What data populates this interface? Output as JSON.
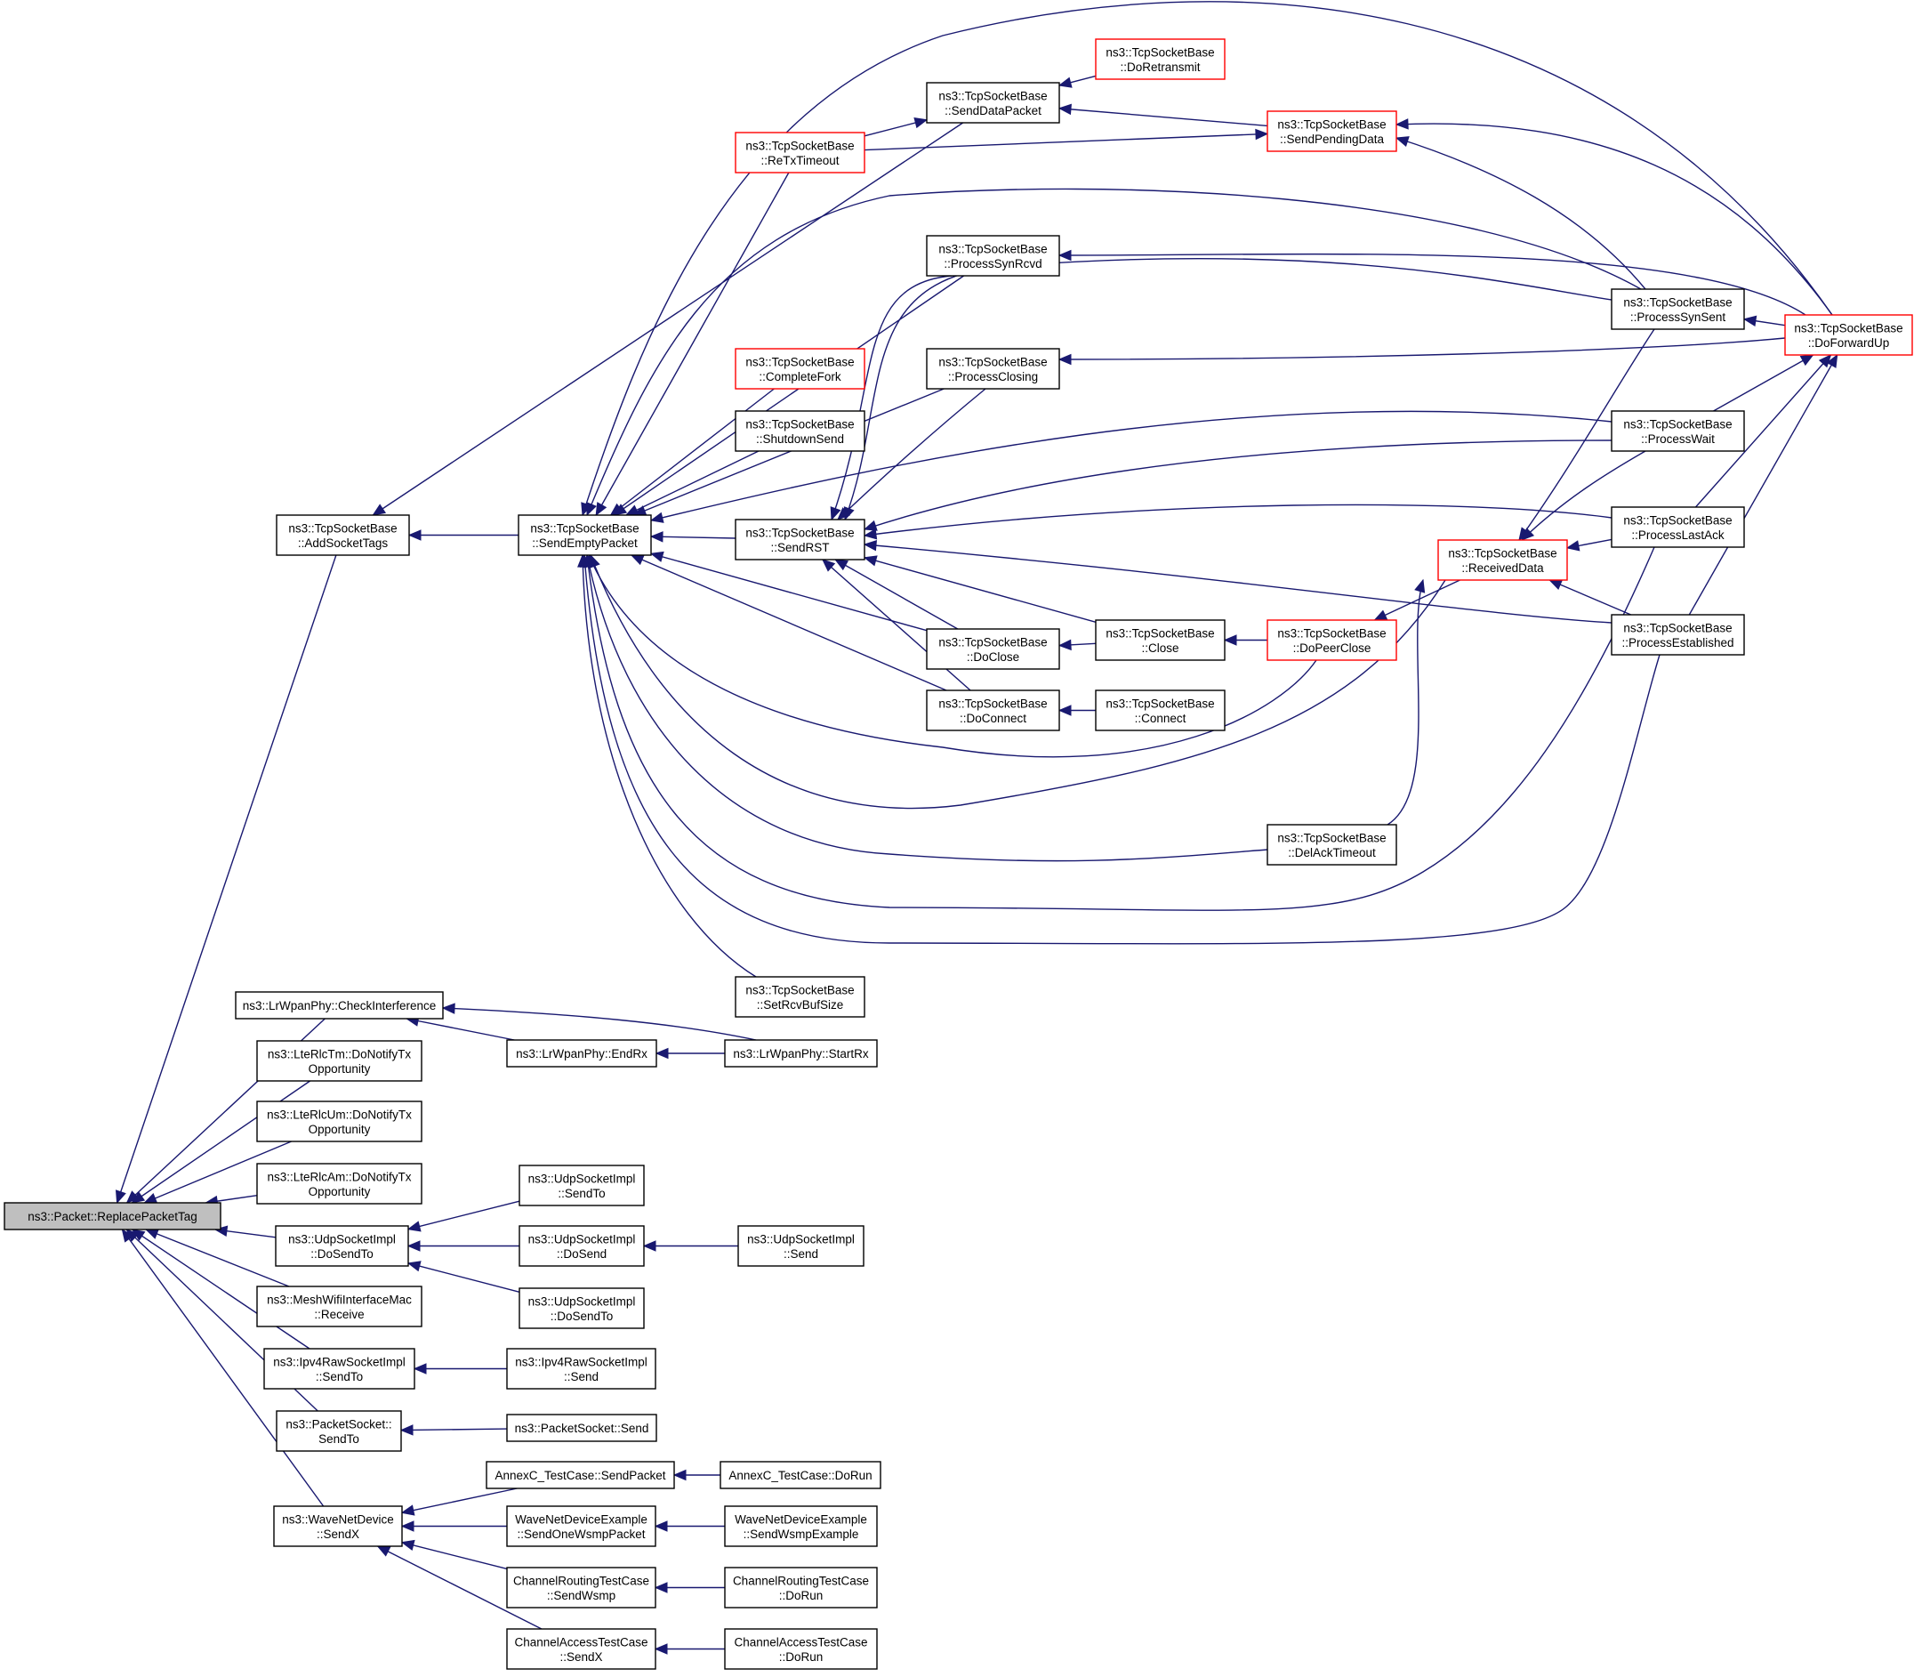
{
  "colors": {
    "edge": "#191970",
    "node_border": "#000000",
    "node_border_truncated": "#ff0000",
    "node_highlight_fill": "#bfbfbf"
  },
  "nodes": [
    {
      "id": "replace",
      "lines": [
        "ns3::Packet::ReplacePacketTag"
      ],
      "style": "highlight"
    },
    {
      "id": "addsockettags",
      "lines": [
        "ns3::TcpSocketBase",
        "::AddSocketTags"
      ]
    },
    {
      "id": "sendemptypacket",
      "lines": [
        "ns3::TcpSocketBase",
        "::SendEmptyPacket"
      ]
    },
    {
      "id": "senddatapacket",
      "lines": [
        "ns3::TcpSocketBase",
        "::SendDataPacket"
      ]
    },
    {
      "id": "doretransmit",
      "lines": [
        "ns3::TcpSocketBase",
        "::DoRetransmit"
      ],
      "style": "truncated"
    },
    {
      "id": "sendpendingdata",
      "lines": [
        "ns3::TcpSocketBase",
        "::SendPendingData"
      ],
      "style": "truncated"
    },
    {
      "id": "retxtimeout",
      "lines": [
        "ns3::TcpSocketBase",
        "::ReTxTimeout"
      ],
      "style": "truncated"
    },
    {
      "id": "processsynrcvd",
      "lines": [
        "ns3::TcpSocketBase",
        "::ProcessSynRcvd"
      ]
    },
    {
      "id": "processsynsent",
      "lines": [
        "ns3::TcpSocketBase",
        "::ProcessSynSent"
      ]
    },
    {
      "id": "doforwardup",
      "lines": [
        "ns3::TcpSocketBase",
        "::DoForwardUp"
      ],
      "style": "truncated"
    },
    {
      "id": "completefork",
      "lines": [
        "ns3::TcpSocketBase",
        "::CompleteFork"
      ],
      "style": "truncated"
    },
    {
      "id": "processclosing",
      "lines": [
        "ns3::TcpSocketBase",
        "::ProcessClosing"
      ]
    },
    {
      "id": "shutdownsend",
      "lines": [
        "ns3::TcpSocketBase",
        "::ShutdownSend"
      ]
    },
    {
      "id": "processwait",
      "lines": [
        "ns3::TcpSocketBase",
        "::ProcessWait"
      ]
    },
    {
      "id": "sendrst",
      "lines": [
        "ns3::TcpSocketBase",
        "::SendRST"
      ]
    },
    {
      "id": "processlastack",
      "lines": [
        "ns3::TcpSocketBase",
        "::ProcessLastAck"
      ]
    },
    {
      "id": "receiveddata",
      "lines": [
        "ns3::TcpSocketBase",
        "::ReceivedData"
      ],
      "style": "truncated"
    },
    {
      "id": "processestablished",
      "lines": [
        "ns3::TcpSocketBase",
        "::ProcessEstablished"
      ]
    },
    {
      "id": "close",
      "lines": [
        "ns3::TcpSocketBase",
        "::Close"
      ]
    },
    {
      "id": "doclose",
      "lines": [
        "ns3::TcpSocketBase",
        "::DoClose"
      ]
    },
    {
      "id": "dopeerclose",
      "lines": [
        "ns3::TcpSocketBase",
        "::DoPeerClose"
      ],
      "style": "truncated"
    },
    {
      "id": "doconnect",
      "lines": [
        "ns3::TcpSocketBase",
        "::DoConnect"
      ]
    },
    {
      "id": "connect",
      "lines": [
        "ns3::TcpSocketBase",
        "::Connect"
      ]
    },
    {
      "id": "delacktimeout",
      "lines": [
        "ns3::TcpSocketBase",
        "::DelAckTimeout"
      ]
    },
    {
      "id": "setrcvbufsize",
      "lines": [
        "ns3::TcpSocketBase",
        "::SetRcvBufSize"
      ]
    },
    {
      "id": "checkinterference",
      "lines": [
        "ns3::LrWpanPhy::CheckInterference"
      ]
    },
    {
      "id": "endrx",
      "lines": [
        "ns3::LrWpanPhy::EndRx"
      ]
    },
    {
      "id": "startrx",
      "lines": [
        "ns3::LrWpanPhy::StartRx"
      ]
    },
    {
      "id": "tm",
      "lines": [
        "ns3::LteRlcTm::DoNotifyTx",
        "Opportunity"
      ]
    },
    {
      "id": "um",
      "lines": [
        "ns3::LteRlcUm::DoNotifyTx",
        "Opportunity"
      ]
    },
    {
      "id": "am",
      "lines": [
        "ns3::LteRlcAm::DoNotifyTx",
        "Opportunity"
      ]
    },
    {
      "id": "udpdosendto",
      "lines": [
        "ns3::UdpSocketImpl",
        "::DoSendTo"
      ]
    },
    {
      "id": "udpsendto",
      "lines": [
        "ns3::UdpSocketImpl",
        "::SendTo"
      ]
    },
    {
      "id": "udpdosend",
      "lines": [
        "ns3::UdpSocketImpl",
        "::DoSend"
      ]
    },
    {
      "id": "udpsend",
      "lines": [
        "ns3::UdpSocketImpl",
        "::Send"
      ]
    },
    {
      "id": "udpdosendto2",
      "lines": [
        "ns3::UdpSocketImpl",
        "::DoSendTo"
      ]
    },
    {
      "id": "meshreceive",
      "lines": [
        "ns3::MeshWifiInterfaceMac",
        "::Receive"
      ]
    },
    {
      "id": "ipv4sendto",
      "lines": [
        "ns3::Ipv4RawSocketImpl",
        "::SendTo"
      ]
    },
    {
      "id": "ipv4send",
      "lines": [
        "ns3::Ipv4RawSocketImpl",
        "::Send"
      ]
    },
    {
      "id": "psendto",
      "lines": [
        "ns3::PacketSocket::",
        "SendTo"
      ]
    },
    {
      "id": "psend",
      "lines": [
        "ns3::PacketSocket::Send"
      ]
    },
    {
      "id": "wavesendx",
      "lines": [
        "ns3::WaveNetDevice",
        "::SendX"
      ]
    },
    {
      "id": "annexsend",
      "lines": [
        "AnnexC_TestCase::SendPacket"
      ]
    },
    {
      "id": "annexrun",
      "lines": [
        "AnnexC_TestCase::DoRun"
      ]
    },
    {
      "id": "wavesendone",
      "lines": [
        "WaveNetDeviceExample",
        "::SendOneWsmpPacket"
      ]
    },
    {
      "id": "wavesendex",
      "lines": [
        "WaveNetDeviceExample",
        "::SendWsmpExample"
      ]
    },
    {
      "id": "chrsend",
      "lines": [
        "ChannelRoutingTestCase",
        "::SendWsmp"
      ]
    },
    {
      "id": "chrrun",
      "lines": [
        "ChannelRoutingTestCase",
        "::DoRun"
      ]
    },
    {
      "id": "chasend",
      "lines": [
        "ChannelAccessTestCase",
        "::SendX"
      ]
    },
    {
      "id": "charun",
      "lines": [
        "ChannelAccessTestCase",
        "::DoRun"
      ]
    }
  ],
  "edges": [
    {
      "from": "addsockettags",
      "to": "replace"
    },
    {
      "from": "checkinterference",
      "to": "replace"
    },
    {
      "from": "tm",
      "to": "replace"
    },
    {
      "from": "um",
      "to": "replace"
    },
    {
      "from": "am",
      "to": "replace"
    },
    {
      "from": "udpdosendto",
      "to": "replace"
    },
    {
      "from": "meshreceive",
      "to": "replace"
    },
    {
      "from": "ipv4sendto",
      "to": "replace"
    },
    {
      "from": "psendto",
      "to": "replace"
    },
    {
      "from": "wavesendx",
      "to": "replace"
    },
    {
      "from": "sendemptypacket",
      "to": "addsockettags"
    },
    {
      "from": "senddatapacket",
      "to": "addsockettags"
    },
    {
      "from": "doretransmit",
      "to": "senddatapacket"
    },
    {
      "from": "sendpendingdata",
      "to": "senddatapacket"
    },
    {
      "from": "retxtimeout",
      "to": "senddatapacket"
    },
    {
      "from": "retxtimeout",
      "to": "sendpendingdata"
    },
    {
      "from": "processsynsent",
      "to": "sendpendingdata"
    },
    {
      "from": "doforwardup",
      "to": "sendpendingdata"
    },
    {
      "from": "doforwardup",
      "to": "processsynrcvd"
    },
    {
      "from": "doforwardup",
      "to": "processsynsent"
    },
    {
      "from": "doforwardup",
      "to": "processclosing"
    },
    {
      "from": "processwait",
      "to": "doforwardup"
    },
    {
      "from": "processlastack",
      "to": "doforwardup"
    },
    {
      "from": "processestablished",
      "to": "doforwardup"
    },
    {
      "from": "doforwardup",
      "to": "sendemptypacket"
    },
    {
      "from": "retxtimeout",
      "to": "sendemptypacket"
    },
    {
      "from": "processsynrcvd",
      "to": "sendemptypacket"
    },
    {
      "from": "processsynsent",
      "to": "sendemptypacket"
    },
    {
      "from": "processclosing",
      "to": "sendemptypacket"
    },
    {
      "from": "completefork",
      "to": "sendemptypacket"
    },
    {
      "from": "shutdownsend",
      "to": "sendemptypacket"
    },
    {
      "from": "processwait",
      "to": "sendemptypacket"
    },
    {
      "from": "sendrst",
      "to": "sendemptypacket"
    },
    {
      "from": "doclose",
      "to": "sendemptypacket"
    },
    {
      "from": "doconnect",
      "to": "sendemptypacket"
    },
    {
      "from": "dopeerclose",
      "to": "sendemptypacket"
    },
    {
      "from": "receiveddata",
      "to": "sendemptypacket"
    },
    {
      "from": "delacktimeout",
      "to": "sendemptypacket"
    },
    {
      "from": "processlastack",
      "to": "sendemptypacket"
    },
    {
      "from": "processestablished",
      "to": "sendemptypacket"
    },
    {
      "from": "setrcvbufsize",
      "to": "sendemptypacket"
    },
    {
      "from": "processsynrcvd",
      "to": "sendrst"
    },
    {
      "from": "processsynsent",
      "to": "sendrst"
    },
    {
      "from": "processclosing",
      "to": "sendrst"
    },
    {
      "from": "processwait",
      "to": "sendrst"
    },
    {
      "from": "processlastack",
      "to": "sendrst"
    },
    {
      "from": "processestablished",
      "to": "sendrst"
    },
    {
      "from": "close",
      "to": "sendrst"
    },
    {
      "from": "doclose",
      "to": "sendrst"
    },
    {
      "from": "doconnect",
      "to": "sendrst"
    },
    {
      "from": "receiveddata",
      "to": "processsynsent"
    },
    {
      "from": "receiveddata",
      "to": "processwait"
    },
    {
      "from": "processlastack",
      "to": "receiveddata"
    },
    {
      "from": "processestablished",
      "to": "receiveddata"
    },
    {
      "from": "receiveddata",
      "to": "dopeerclose"
    },
    {
      "from": "dopeerclose",
      "to": "close"
    },
    {
      "from": "close",
      "to": "doclose"
    },
    {
      "from": "connect",
      "to": "doconnect"
    },
    {
      "from": "delacktimeout",
      "to": "receiveddata"
    },
    {
      "from": "endrx",
      "to": "checkinterference"
    },
    {
      "from": "startrx",
      "to": "checkinterference"
    },
    {
      "from": "startrx",
      "to": "endrx"
    },
    {
      "from": "udpsendto",
      "to": "udpdosendto"
    },
    {
      "from": "udpdosend",
      "to": "udpdosendto"
    },
    {
      "from": "udpdosendto2",
      "to": "udpdosendto"
    },
    {
      "from": "udpsend",
      "to": "udpdosend"
    },
    {
      "from": "ipv4send",
      "to": "ipv4sendto"
    },
    {
      "from": "psend",
      "to": "psendto"
    },
    {
      "from": "annexsend",
      "to": "wavesendx"
    },
    {
      "from": "wavesendone",
      "to": "wavesendx"
    },
    {
      "from": "chrsend",
      "to": "wavesendx"
    },
    {
      "from": "chasend",
      "to": "wavesendx"
    },
    {
      "from": "annexrun",
      "to": "annexsend"
    },
    {
      "from": "wavesendex",
      "to": "wavesendone"
    },
    {
      "from": "chrrun",
      "to": "chrsend"
    },
    {
      "from": "charun",
      "to": "chasend"
    }
  ]
}
